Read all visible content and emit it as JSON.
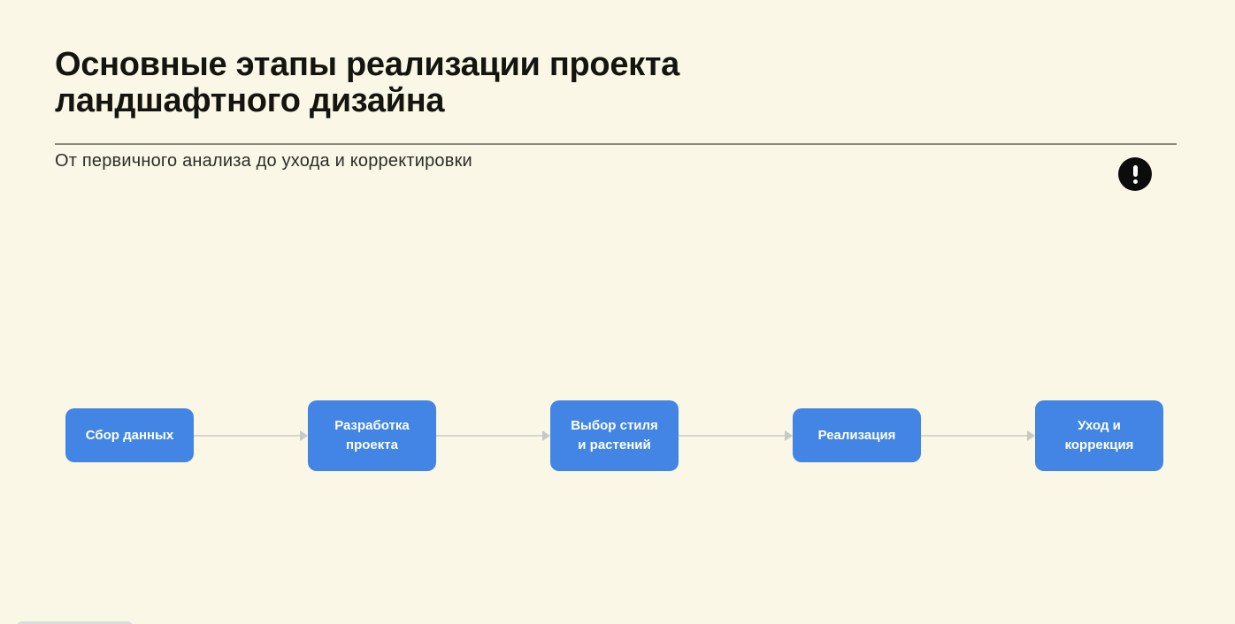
{
  "page": {
    "background": "#FAF7E6",
    "title": "Основные этапы реализации проекта\nландшафтного дизайна",
    "subtitle": "От первичного анализа до ухода и корректировки"
  },
  "header": {
    "alert_icon": "exclamation-icon"
  },
  "colors": {
    "background_cream": "#FAF7E6",
    "title_black": "#15150F",
    "divider_gray": "#8A897C",
    "stage_blue": "#4285E4",
    "stage_text": "#FFFFFF",
    "arrow_gray": "#D7D6CE",
    "badge_black": "#0C0C0C"
  },
  "flow": {
    "connector_icon": "arrow-right-icon",
    "stages": [
      {
        "label": "Сбор данных"
      },
      {
        "label": "Разработка\nпроекта"
      },
      {
        "label": "Выбор стиля\nи растений"
      },
      {
        "label": "Реализация"
      },
      {
        "label": "Уход и\nкоррекция"
      }
    ]
  }
}
